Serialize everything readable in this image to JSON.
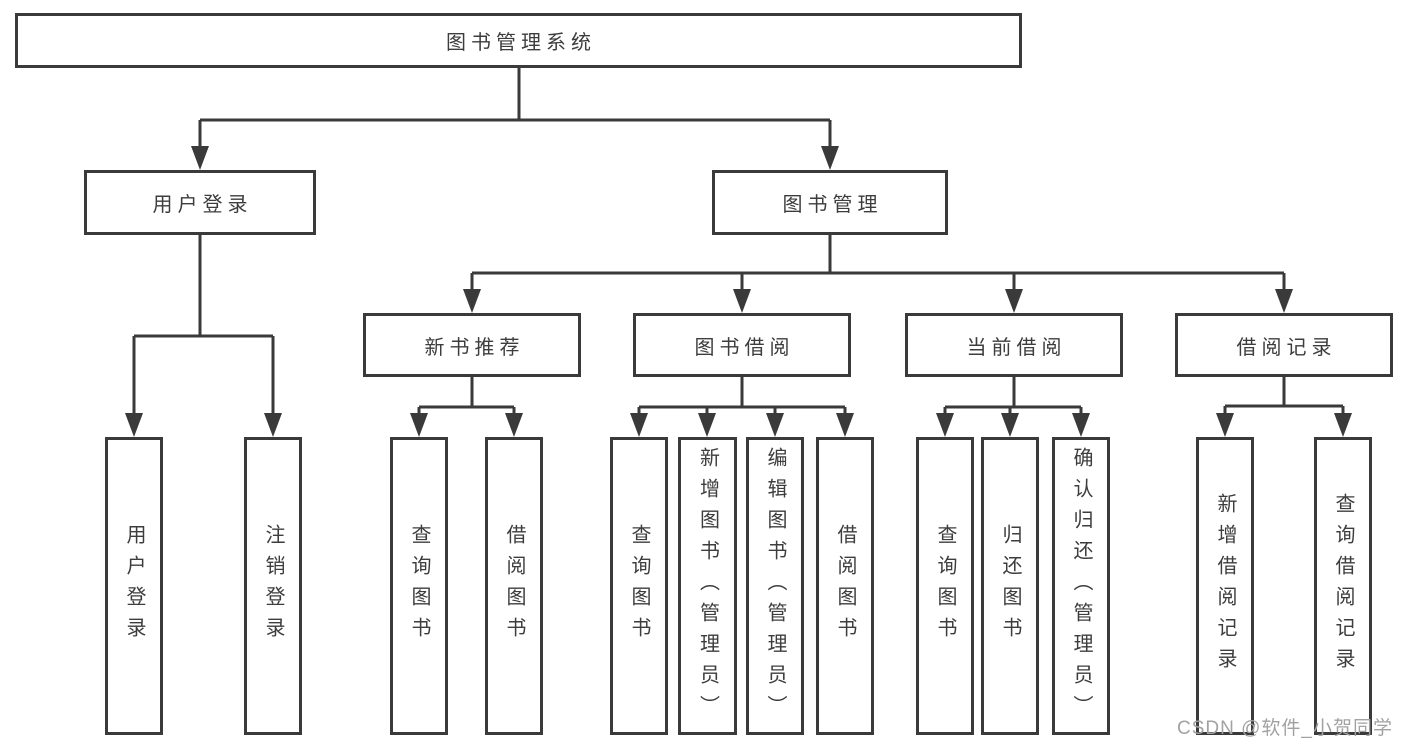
{
  "tree": {
    "label": "图书管理系统",
    "children": [
      {
        "label": "用户登录",
        "children": [
          {
            "label": "用户登录"
          },
          {
            "label": "注销登录"
          }
        ]
      },
      {
        "label": "图书管理",
        "children": [
          {
            "label": "新书推荐",
            "children": [
              {
                "label": "查询图书"
              },
              {
                "label": "借阅图书"
              }
            ]
          },
          {
            "label": "图书借阅",
            "children": [
              {
                "label": "查询图书"
              },
              {
                "label": "新增图书（管理员）"
              },
              {
                "label": "编辑图书（管理员）"
              },
              {
                "label": "借阅图书"
              }
            ]
          },
          {
            "label": "当前借阅",
            "children": [
              {
                "label": "查询图书"
              },
              {
                "label": "归还图书"
              },
              {
                "label": "确认归还（管理员）"
              }
            ]
          },
          {
            "label": "借阅记录",
            "children": [
              {
                "label": "新增借阅记录"
              },
              {
                "label": "查询借阅记录"
              }
            ]
          }
        ]
      }
    ]
  },
  "watermark": {
    "text": "CSDN @软件_小贺同学"
  },
  "colors": {
    "line": "#3a3a3a",
    "border": "#3a3a3a",
    "text": "#3d3d3d",
    "background": "#ffffff",
    "watermark": "#a2a2a2"
  }
}
